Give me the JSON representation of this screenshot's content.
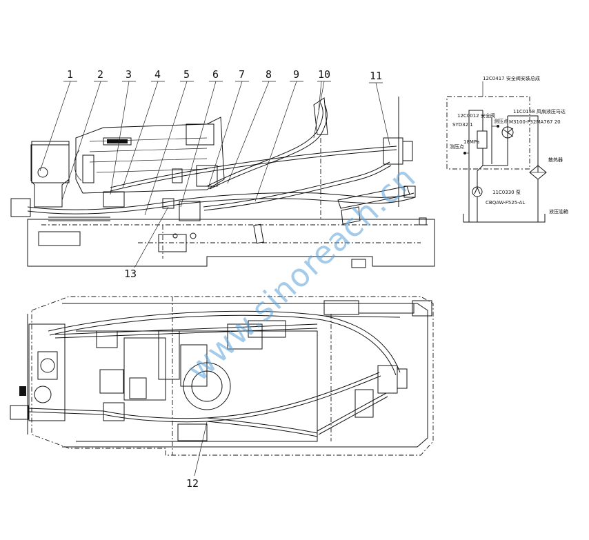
{
  "callouts": {
    "c1": "1",
    "c2": "2",
    "c3": "3",
    "c4": "4",
    "c5": "5",
    "c6": "6",
    "c7": "7",
    "c8": "8",
    "c9": "9",
    "c10": "10",
    "c11": "11",
    "c12": "12",
    "c13": "13"
  },
  "schematic": {
    "assembly_label": "12C0417 安全阀安装总成",
    "safety_valve_label": "12C0012 安全阀",
    "safety_valve_model": "SYD32.1",
    "pressure_setting": "18MPa",
    "fan_motor_label": "11C0158 风扇液压马达",
    "fan_motor_model": "M3100-F32MA767 20",
    "pressure_point_left": "测压点",
    "pressure_point_right": "测压点",
    "cooler_label": "散热器",
    "pump_label": "11C0330 泵",
    "pump_model": "CBQAW-F525-AL",
    "tank_label": "液压油箱"
  },
  "watermark": "www.sinoreach.cn",
  "colors": {
    "line": "#111111",
    "watermark": "#5aa0d8",
    "background": "#ffffff"
  }
}
